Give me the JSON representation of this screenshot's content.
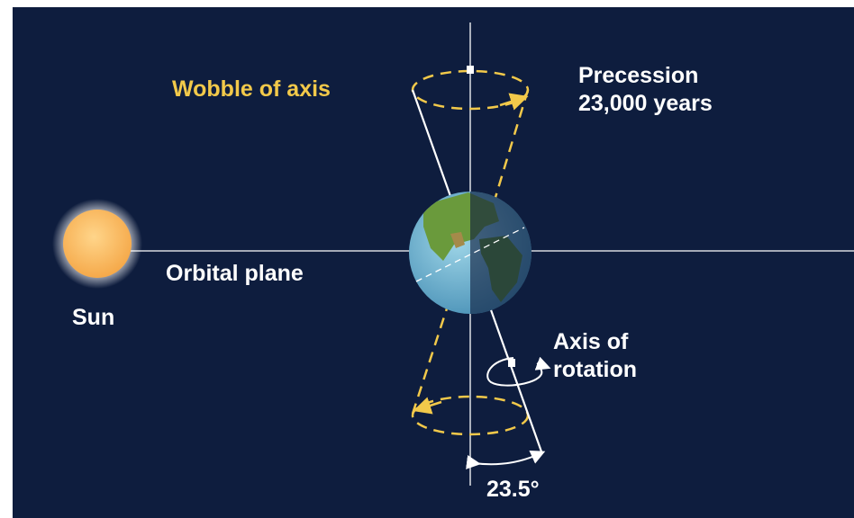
{
  "labels": {
    "wobble": "Wobble of axis",
    "precession_line1": "Precession",
    "precession_line2": "23,000 years",
    "orbital_plane": "Orbital plane",
    "sun": "Sun",
    "axis_line1": "Axis of",
    "axis_line2": "rotation",
    "angle": "23.5°"
  },
  "colors": {
    "background": "#0e1d3e",
    "wobble_yellow": "#f2c94a",
    "lines": "#ffffff",
    "sun": "#f7b85a"
  }
}
